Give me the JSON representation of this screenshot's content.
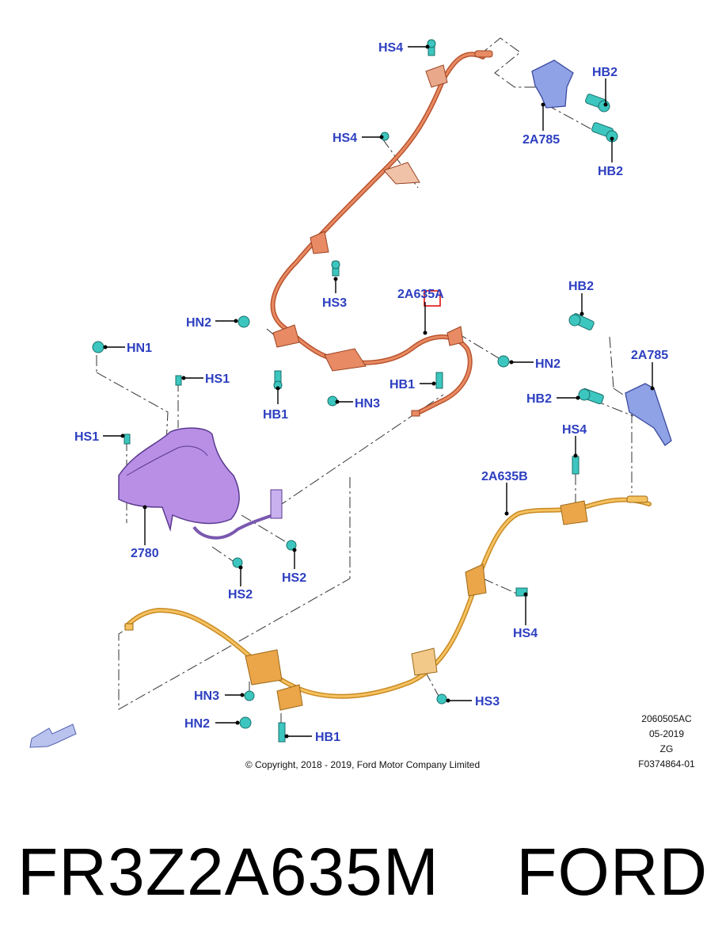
{
  "labels": {
    "hs4_top": "HS4",
    "hb2_top": "HB2",
    "a2785_top": "2A785",
    "hs4_mid": "HS4",
    "hb2_upper_mid": "HB2",
    "hs3_upper": "HS3",
    "a2635a": "2A635A",
    "hb2_right": "HB2",
    "hn2_left": "HN2",
    "hn1": "HN1",
    "a2785_right": "2A785",
    "hs1_top": "HS1",
    "hn2_right": "HN2",
    "hb1_upper_right": "HB1",
    "hb1_upper_left": "HB1",
    "hn3_upper": "HN3",
    "hb2_lower": "HB2",
    "hs1_left": "HS1",
    "hs4_right": "HS4",
    "a2635b": "2A635B",
    "a2780": "2780",
    "hs2_right": "HS2",
    "hs2_left": "HS2",
    "hs4_lower": "HS4",
    "hs3_lower": "HS3",
    "hn3_lower": "HN3",
    "hn2_lower": "HN2",
    "hb1_lower": "HB1"
  },
  "meta": {
    "code": "2060505AC",
    "date": "05-2019",
    "zg": "ZG",
    "ref": "F0374864-01",
    "copyright": "© Copyright, 2018 - 2019, Ford Motor Company Limited"
  },
  "caption": {
    "part_number": "FR3Z2A635M",
    "brand": "FORD"
  },
  "colors": {
    "label": "#2d3fc0",
    "cable_a": "#d9704a",
    "cable_b": "#e9a840",
    "handbrake": "#b98fe6",
    "bracket": "#8fa2e6",
    "fastener": "#3cc6bf",
    "highlight": "#e01010"
  },
  "icons": {
    "direction": "arrow-icon"
  }
}
